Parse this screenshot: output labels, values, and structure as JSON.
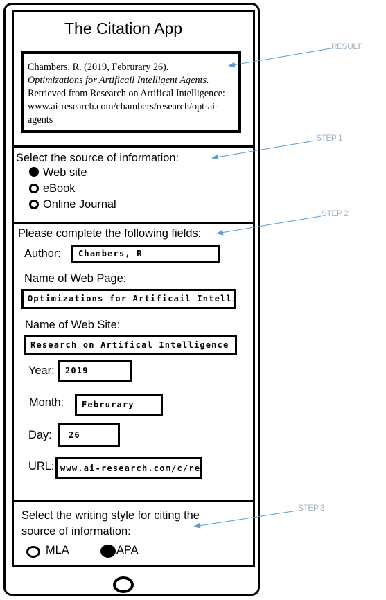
{
  "app": {
    "title": "The Citation App"
  },
  "result": {
    "line1": "Chambers, R. (2019, Februrary 26).",
    "line2": "Optimizations for Artificail Intelligent Agents.",
    "line3": "Retrieved from Research on Artifical Intelligence:",
    "line4": "www.ai-research.com/chambers/research/opt-ai-",
    "line5": "agents"
  },
  "step1": {
    "prompt": "Select the source of information:",
    "options": [
      {
        "label": "Web site",
        "selected": true
      },
      {
        "label": "eBook",
        "selected": false
      },
      {
        "label": "Online Journal",
        "selected": false
      }
    ]
  },
  "step2": {
    "prompt": "Please complete the following fields:",
    "author": {
      "label": "Author:",
      "value": "Chambers, R"
    },
    "web_page": {
      "label": "Name of Web Page:",
      "value": "Optimizations for Artificail Intelligent Agents"
    },
    "web_site": {
      "label": "Name of Web Site:",
      "value": "Research on Artifical Intelligence"
    },
    "year": {
      "label": "Year:",
      "value": "2019"
    },
    "month": {
      "label": "Month:",
      "value": "Februrary"
    },
    "day": {
      "label": "Day:",
      "value": "26"
    },
    "url": {
      "label": "URL:",
      "value": "www.ai-research.com/c/res"
    }
  },
  "step3": {
    "prompt_line1": "Select the writing style for citing the",
    "prompt_line2": "source of information:",
    "options": [
      {
        "label": "MLA",
        "selected": false
      },
      {
        "label": "APA",
        "selected": true
      }
    ]
  },
  "annotations": {
    "result": "RESULT",
    "step1": "STEP 1",
    "step2": "STEP 2",
    "step3": "STEP 3",
    "color": "#9fb3c8",
    "arrow_color": "#5b9bd5"
  }
}
